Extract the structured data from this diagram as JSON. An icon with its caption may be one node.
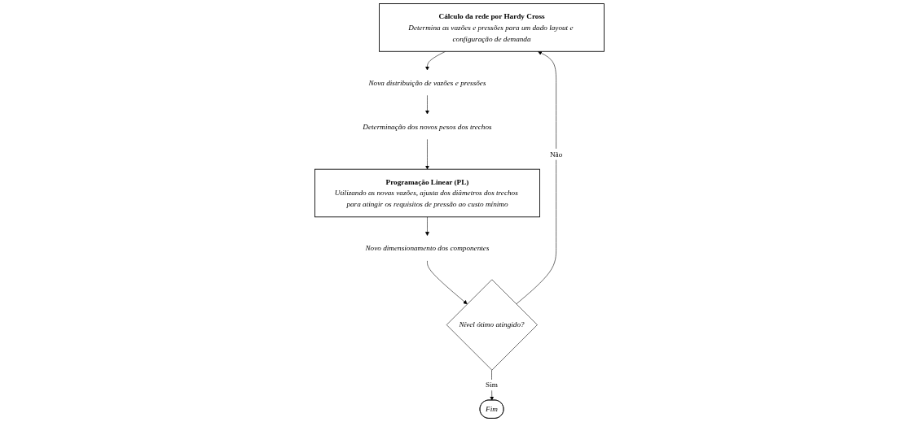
{
  "diagram": {
    "nodes": [
      {
        "text": [
          "Cálculo da rede por Hardy Cross",
          "Determina as vazões e pressões para um dado layout e configuração de demanda"
        ]
      },
      {
        "text": [
          "Nova distribuição de vazões e pressões"
        ]
      },
      {
        "text": [
          "Determinação dos novos pesos dos trechos"
        ]
      },
      {
        "text": [
          "Programação Linear (PL)",
          "Utilizando as novas vazões, ajusta dos diâmetros dos trechos para atingir os requisitos de pressão ao custo mínimo"
        ]
      },
      {
        "text": [
          "Novo dimensionamento dos componentes"
        ]
      },
      {
        "text": [
          "Nível ótimo atingido?"
        ]
      },
      {
        "text": [
          "Fim"
        ]
      }
    ],
    "edges": [
      {
        "from": 0,
        "to": 1,
        "arrow": "to"
      },
      {
        "from": 1,
        "to": 2,
        "arrow": "to"
      },
      {
        "from": 2,
        "to": 3,
        "arrow": "to"
      },
      {
        "from": 3,
        "to": 4,
        "arrow": "to"
      },
      {
        "from": 4,
        "to": 5,
        "arrow": "to"
      },
      {
        "from": 5,
        "to": 0,
        "arrow": "to",
        "label": "Não"
      },
      {
        "from": 5,
        "to": 6,
        "arrow": "to",
        "label": "Sim"
      }
    ]
  }
}
